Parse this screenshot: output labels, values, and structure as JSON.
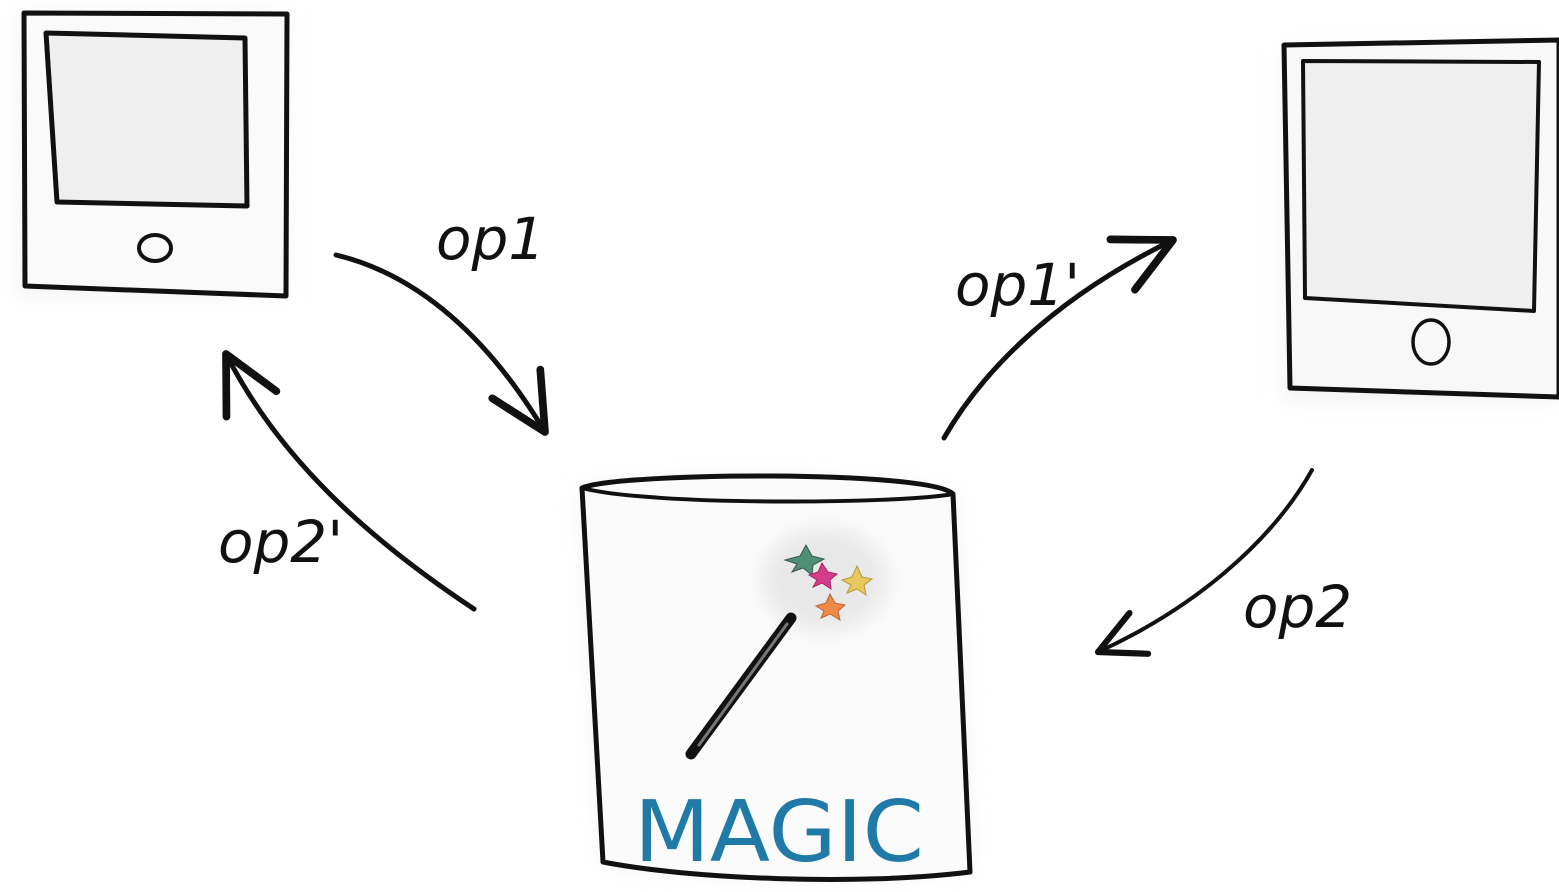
{
  "diagram": {
    "labels": {
      "op1": "op1",
      "op1_prime": "op1'",
      "op2": "op2",
      "op2_prime": "op2'"
    },
    "bucket_label": "MAGIC",
    "colors": {
      "ink": "#111111",
      "shade": "#e9e9e9",
      "magic_text": "#1f7aa7",
      "star_green": "#4f8f78",
      "star_pink": "#d63a8b",
      "star_yellow": "#e7c75e",
      "star_orange": "#ef8a47"
    },
    "icons": {
      "left_device": "tablet-icon",
      "right_device": "tablet-icon",
      "server": "database-cylinder-icon",
      "wand": "magic-wand-icon"
    }
  }
}
